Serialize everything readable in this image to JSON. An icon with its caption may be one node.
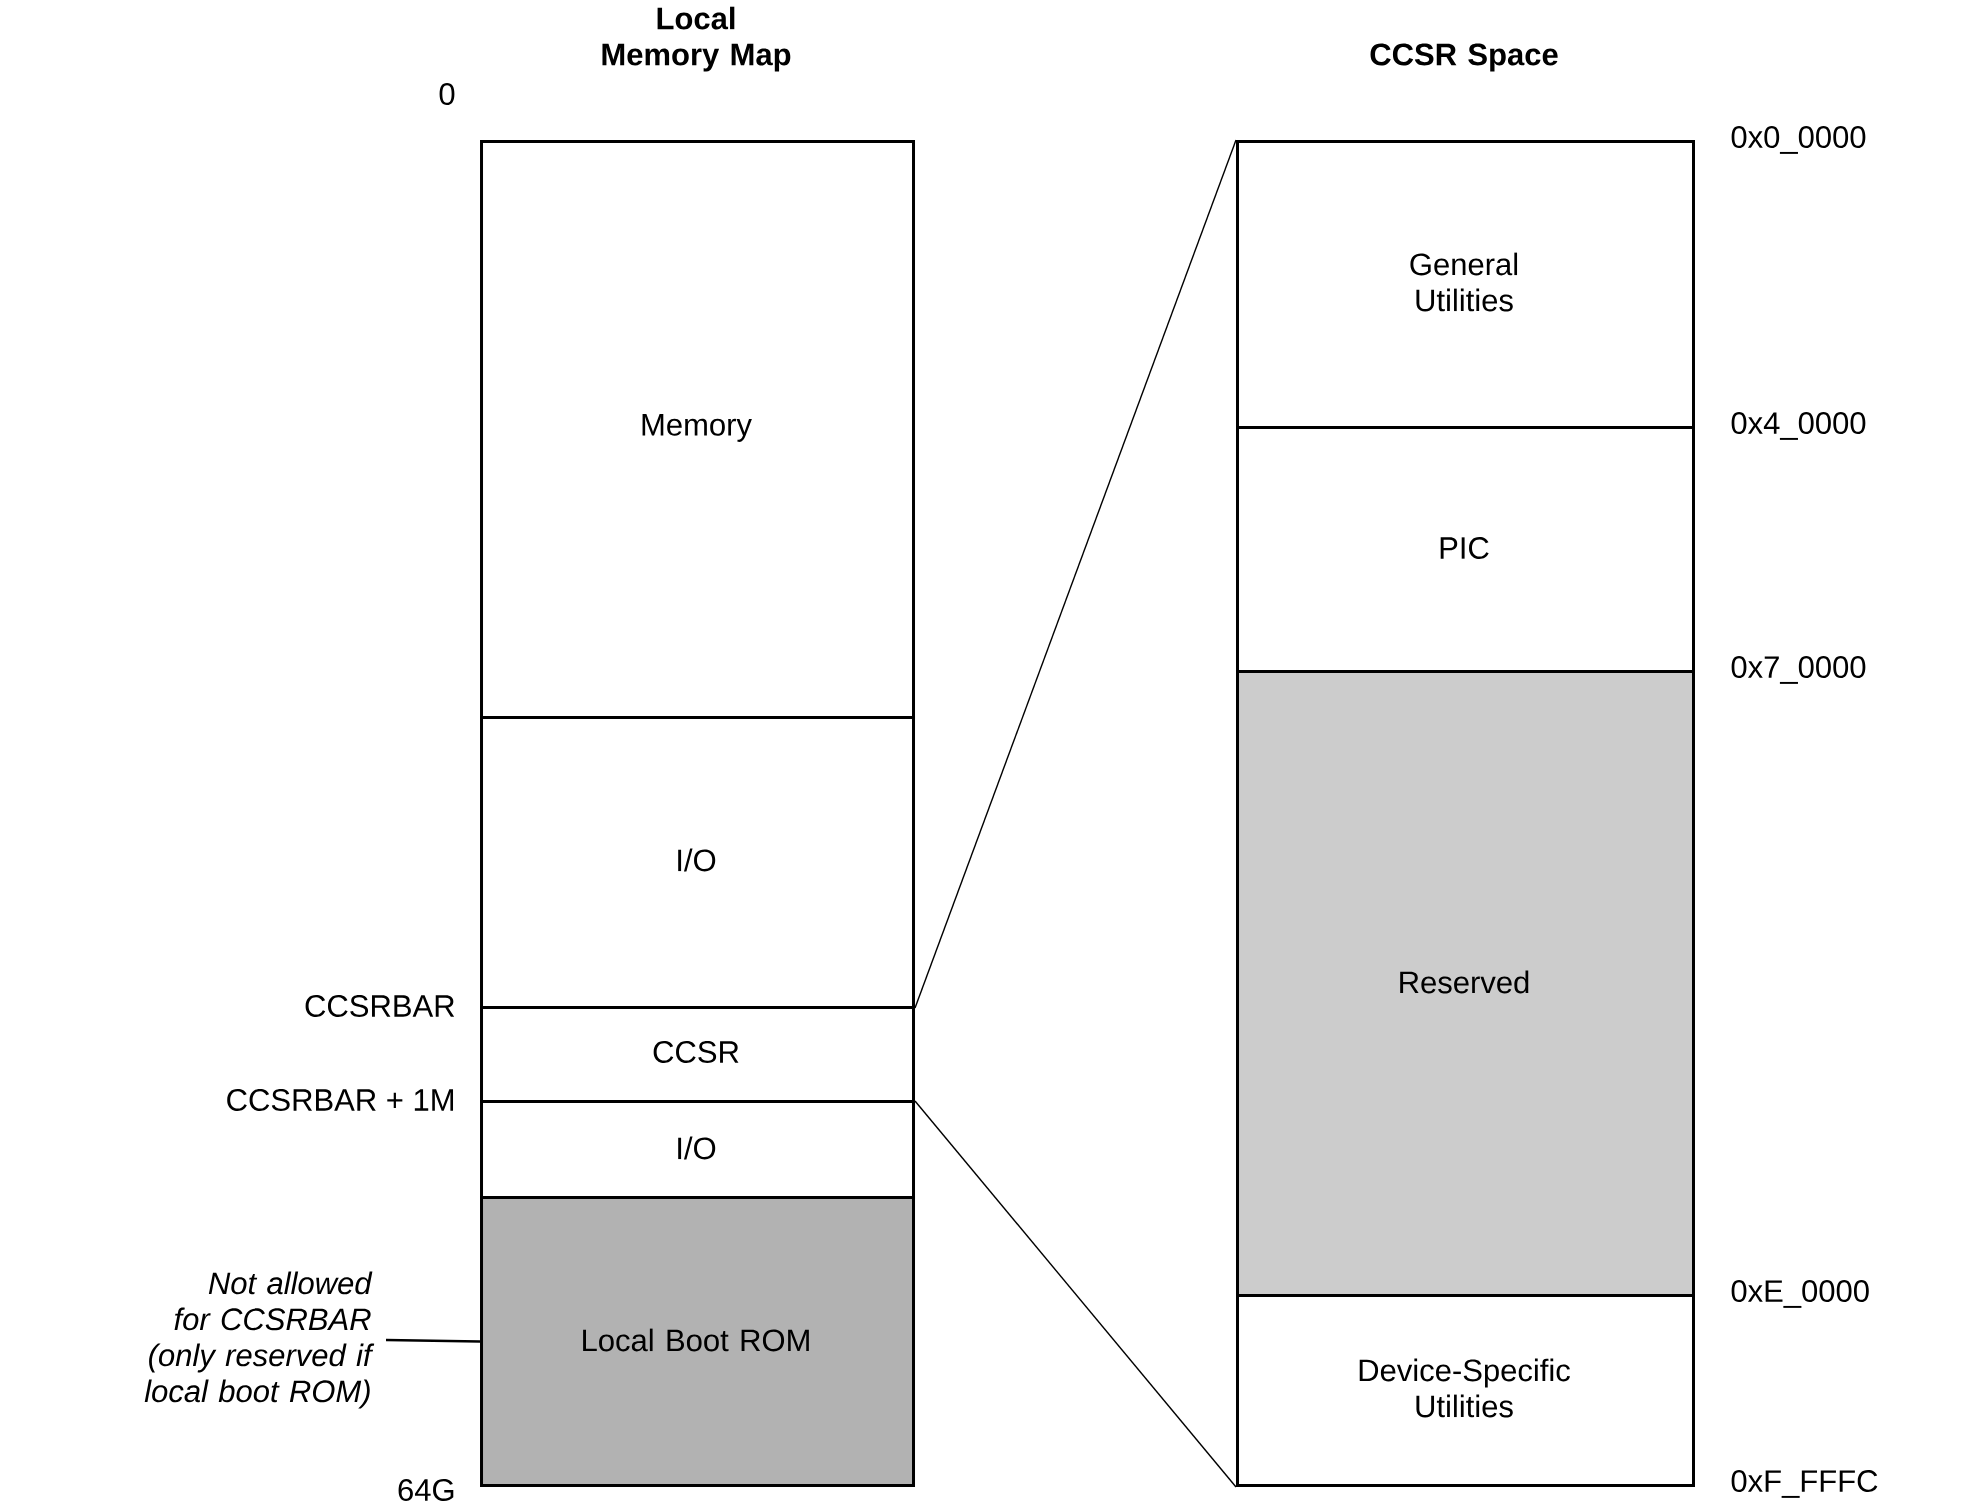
{
  "diagram": {
    "nodes": [
      {
        "text": [
          "Memory"
        ]
      },
      {
        "text": [
          "I/O"
        ]
      },
      {
        "text": [
          "CCSR"
        ]
      },
      {
        "text": [
          "I/O"
        ]
      },
      {
        "text": [
          "Local Boot ROM"
        ]
      },
      {
        "text": [
          "General Utilities"
        ]
      },
      {
        "text": [
          "PIC"
        ]
      },
      {
        "text": [
          "Reserved"
        ]
      },
      {
        "text": [
          "Device-Specific Utilities"
        ]
      },
      {
        "text": [
          "Not allowed for CCSRBAR (only reserved if local boot ROM)"
        ]
      }
    ],
    "edges": [
      {
        "from": 2,
        "to": 5,
        "arrow": "none"
      },
      {
        "from": 2,
        "to": 8,
        "arrow": "none"
      },
      {
        "from": 9,
        "to": 4,
        "arrow": "none"
      }
    ],
    "labels": [
      "Local Memory Map",
      "CCSR Space",
      "0",
      "CCSRBAR",
      "CCSRBAR + 1M",
      "64G",
      "0x0_0000",
      "0x4_0000",
      "0x7_0000",
      "0xE_0000",
      "0xF_FFFC"
    ]
  }
}
